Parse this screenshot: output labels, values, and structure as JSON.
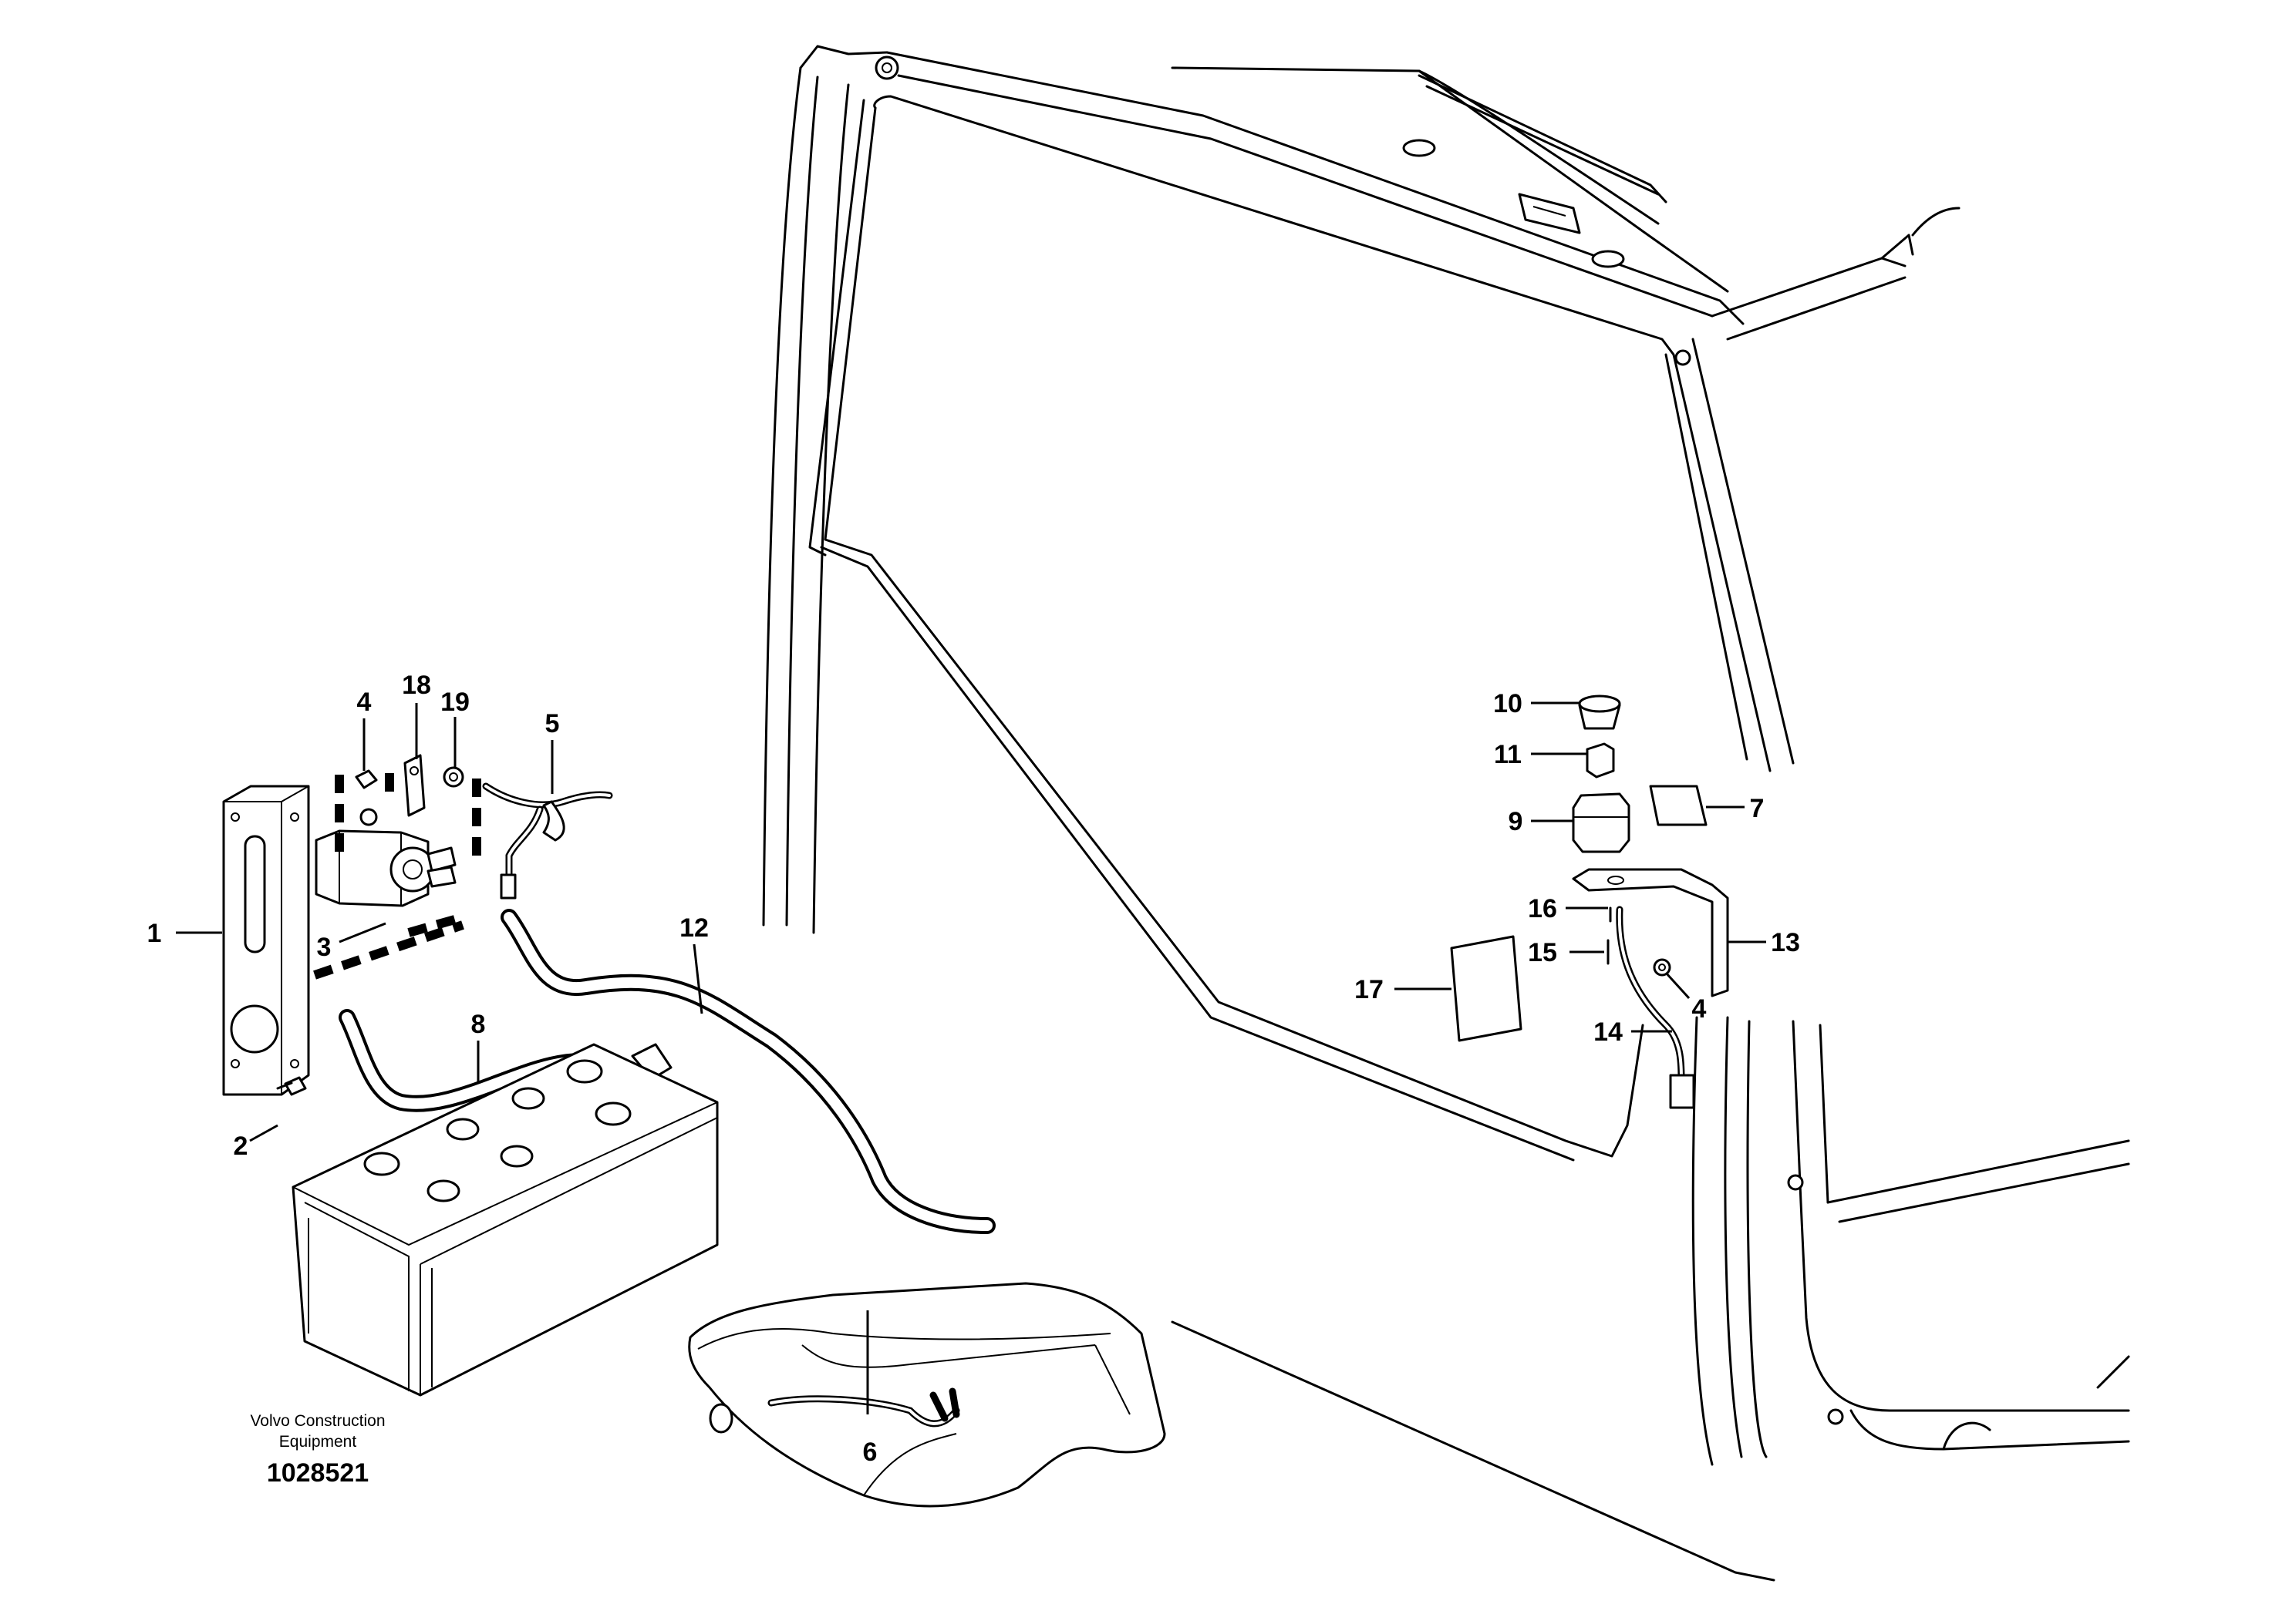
{
  "callouts": [
    {
      "id": "c1",
      "text": "1"
    },
    {
      "id": "c2",
      "text": "2"
    },
    {
      "id": "c3",
      "text": "3"
    },
    {
      "id": "c4a",
      "text": "4"
    },
    {
      "id": "c4b",
      "text": "4"
    },
    {
      "id": "c5",
      "text": "5"
    },
    {
      "id": "c6",
      "text": "6"
    },
    {
      "id": "c7",
      "text": "7"
    },
    {
      "id": "c8",
      "text": "8"
    },
    {
      "id": "c9",
      "text": "9"
    },
    {
      "id": "c10",
      "text": "10"
    },
    {
      "id": "c11",
      "text": "11"
    },
    {
      "id": "c12",
      "text": "12"
    },
    {
      "id": "c13",
      "text": "13"
    },
    {
      "id": "c14",
      "text": "14"
    },
    {
      "id": "c15",
      "text": "15"
    },
    {
      "id": "c16",
      "text": "16"
    },
    {
      "id": "c17",
      "text": "17"
    },
    {
      "id": "c18",
      "text": "18"
    },
    {
      "id": "c19",
      "text": "19"
    }
  ],
  "footer": {
    "company_line1": "Volvo Construction",
    "company_line2": "Equipment",
    "drawing_number": "1028521"
  }
}
